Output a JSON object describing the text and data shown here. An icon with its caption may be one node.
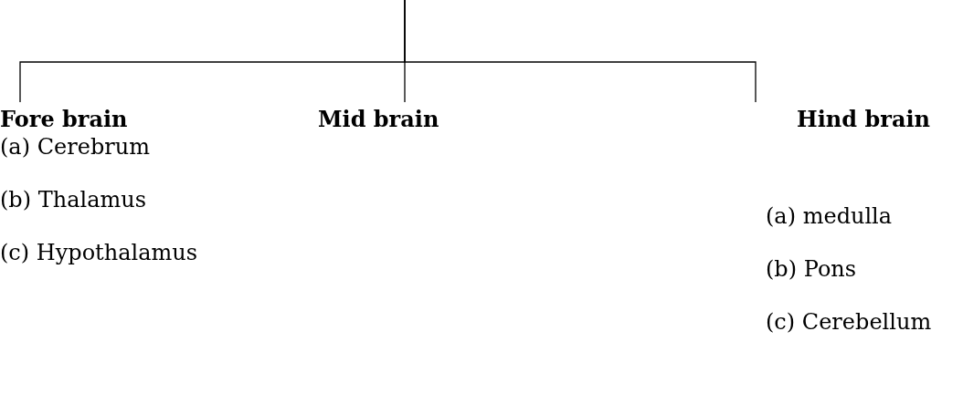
{
  "diagram": {
    "nodes": [
      {
        "text": [
          "Fore brain",
          "(a) Cerebrum",
          "(b) Thalamus",
          "(c) Hypothalamus"
        ]
      },
      {
        "text": [
          "Mid brain"
        ]
      },
      {
        "text": [
          "Hind brain",
          "(a) medulla",
          "(b) Pons",
          "(c) Cerebellum"
        ]
      }
    ],
    "edges": [
      {
        "from": null,
        "to": 0,
        "arrow": "none"
      },
      {
        "from": null,
        "to": 1,
        "arrow": "none"
      },
      {
        "from": null,
        "to": 2,
        "arrow": "none"
      }
    ]
  }
}
